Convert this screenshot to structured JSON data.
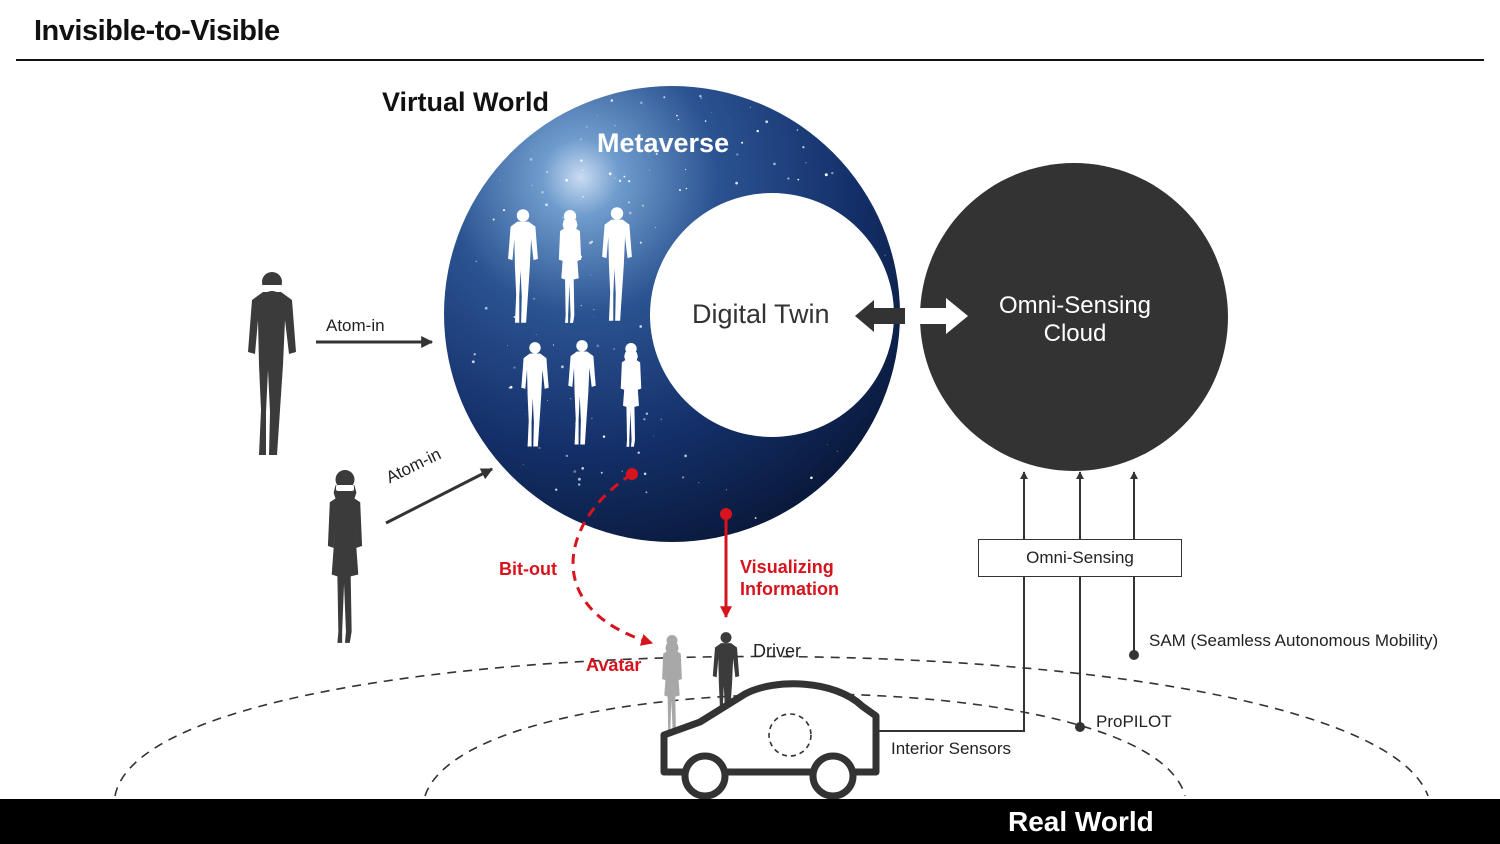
{
  "title": "Invisible-to-Visible",
  "virtual_world_label": "Virtual World",
  "metaverse_label": "Metaverse",
  "digital_twin_label": "Digital Twin",
  "cloud_label": "Omni-Sensing Cloud",
  "atom_in_labels": [
    "Atom-in",
    "Atom-in"
  ],
  "bit_out_label": "Bit-out",
  "visualizing_label": "Visualizing Information",
  "avatar_label": "Avatar",
  "driver_label": "Driver",
  "omni_sensing_label": "Omni-Sensing",
  "sam_label": "SAM (Seamless Autonomous Mobility)",
  "propilot_label": "ProPILOT",
  "interior_label": "Interior Sensors",
  "real_world_label": "Real World",
  "colors": {
    "accent_red": "#d7141e",
    "cloud_fill": "#333333",
    "metaverse_dark": "#0b1e45",
    "metaverse_light": "#4d7fb8",
    "silhouette": "#3b3b3b",
    "avatar_gray": "#a8a8a8",
    "ground": "#000000"
  },
  "icons": {
    "walker": "person-silhouette-icon",
    "car": "car-outline-icon",
    "double_arrow": "bidirectional-arrow-icon"
  }
}
